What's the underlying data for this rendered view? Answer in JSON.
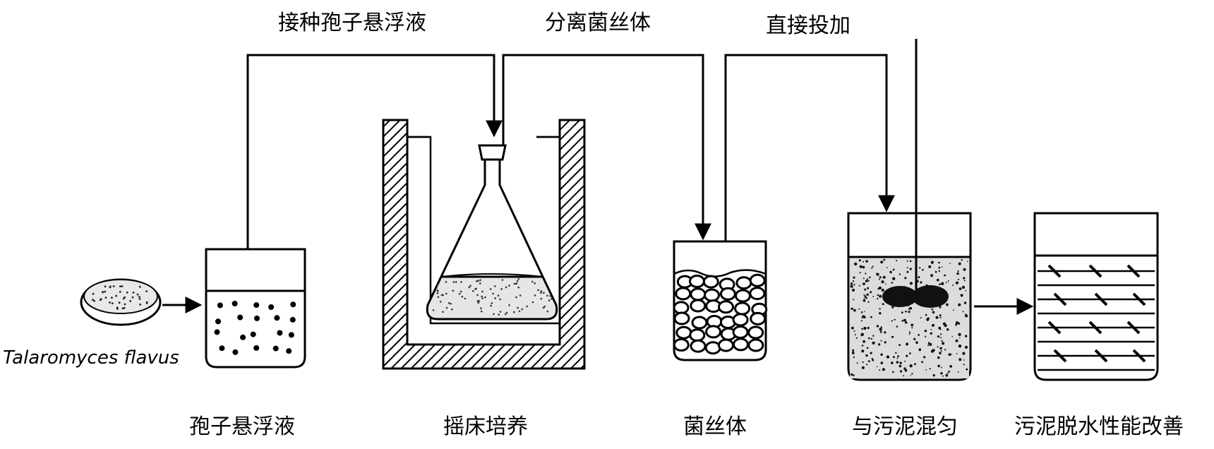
{
  "labels": {
    "inoculate": "接种孢子悬浮液",
    "separate": "分离菌丝体",
    "direct_add": "直接投加",
    "organism": "Talaromyces flavus",
    "spore_suspension": "孢子悬浮液",
    "shaker_culture": "摇床培养",
    "mycelium": "菌丝体",
    "mix_sludge": "与污泥混匀",
    "improved_dewatering": "污泥脱水性能改善"
  }
}
